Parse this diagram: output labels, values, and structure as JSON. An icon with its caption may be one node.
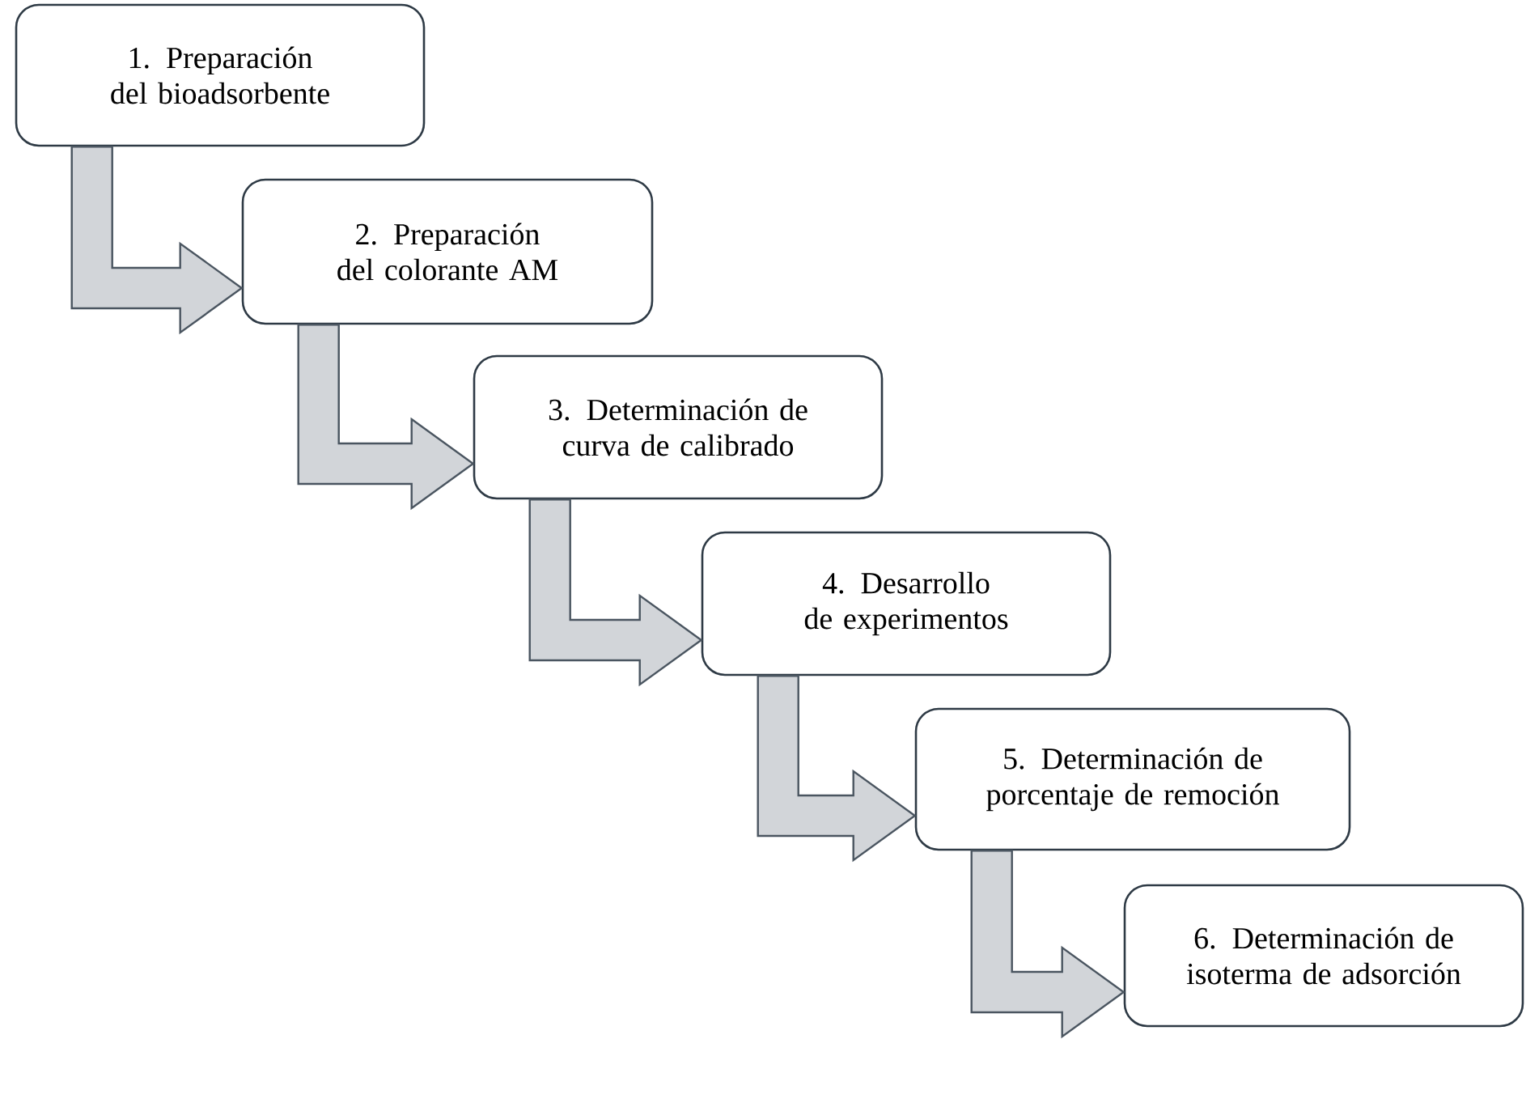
{
  "diagram": {
    "nodes": [
      {
        "text": [
          "1. Preparación del bioadsorbente"
        ]
      },
      {
        "text": [
          "2. Preparación del colorante AM"
        ]
      },
      {
        "text": [
          "3. Determinación de curva de calibrado"
        ]
      },
      {
        "text": [
          "4. Desarrollo de experimentos"
        ]
      },
      {
        "text": [
          "5. Determinación de porcentaje de remoción"
        ]
      },
      {
        "text": [
          "6. Determinación de isoterma de adsorción"
        ]
      }
    ],
    "edges": [
      {
        "from": 0,
        "to": 1,
        "arrow": "to"
      },
      {
        "from": 1,
        "to": 2,
        "arrow": "to"
      },
      {
        "from": 2,
        "to": 3,
        "arrow": "to"
      },
      {
        "from": 3,
        "to": 4,
        "arrow": "to"
      },
      {
        "from": 4,
        "to": 5,
        "arrow": "to"
      }
    ]
  }
}
